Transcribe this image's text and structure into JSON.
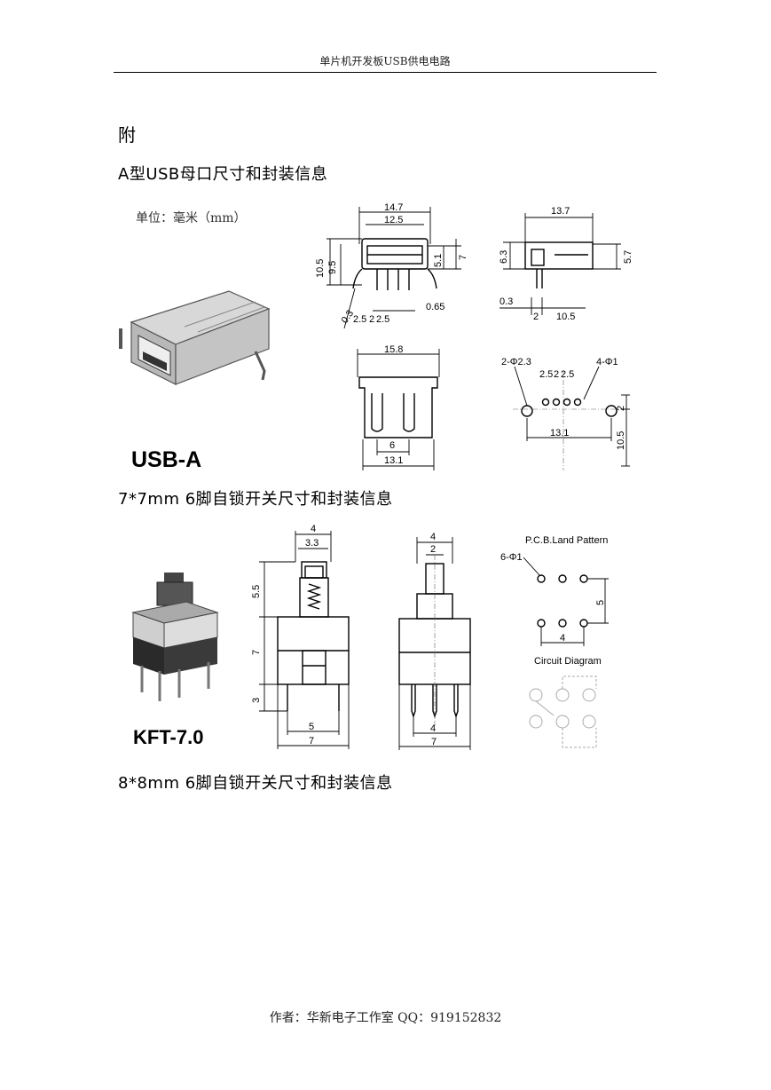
{
  "header": {
    "title": "单片机开发板USB供电电路"
  },
  "appendix_title": "附",
  "sections": [
    {
      "title": "A型USB母口尺寸和封装信息"
    },
    {
      "title": "7*7mm 6脚自锁开关尺寸和封装信息"
    },
    {
      "title": "8*8mm 6脚自锁开关尺寸和封装信息"
    }
  ],
  "usb": {
    "unit_label": "单位：毫米（mm）",
    "product_label": "USB-A",
    "front": {
      "w_outer": "14.7",
      "w_inner": "12.5",
      "h_outer": "10.5",
      "h_inner": "9.5",
      "h_a": "5.1",
      "h_b": "7",
      "r": "0.3",
      "pitch_a": "2.5",
      "pitch_b": "2",
      "pitch_c": "2.5",
      "gap": "0.65"
    },
    "side": {
      "len": "13.7",
      "h_left": "6.3",
      "h_right": "5.7",
      "t": "0.3",
      "a": "2",
      "b": "10.5"
    },
    "bottom": {
      "w": "15.8",
      "slot": "6",
      "base": "13.1"
    },
    "footprint": {
      "hole_big": "2-Φ2.3",
      "hole_small": "4-Φ1",
      "p1": "2.5",
      "p2": "2",
      "p3": "2.5",
      "span": "13.1",
      "v1": "2",
      "v2": "10.5"
    }
  },
  "kft": {
    "product_label": "KFT-7.0",
    "front": {
      "top_w": "4",
      "top_inner": "3.3",
      "cap_h": "5.5",
      "body_h": "7",
      "pin_h": "3",
      "pin_span": "5",
      "body_w": "7"
    },
    "side": {
      "top_w": "4",
      "top_inner": "2",
      "pin_span": "4",
      "body_w": "7"
    },
    "pcb_title": "P.C.B.Land Pattern",
    "holes": "6-Φ1",
    "pcb_v": "5",
    "pcb_h": "4",
    "circuit_title": "Circuit Diagram"
  },
  "footer": {
    "text": "作者：华新电子工作室 QQ：919152832"
  }
}
